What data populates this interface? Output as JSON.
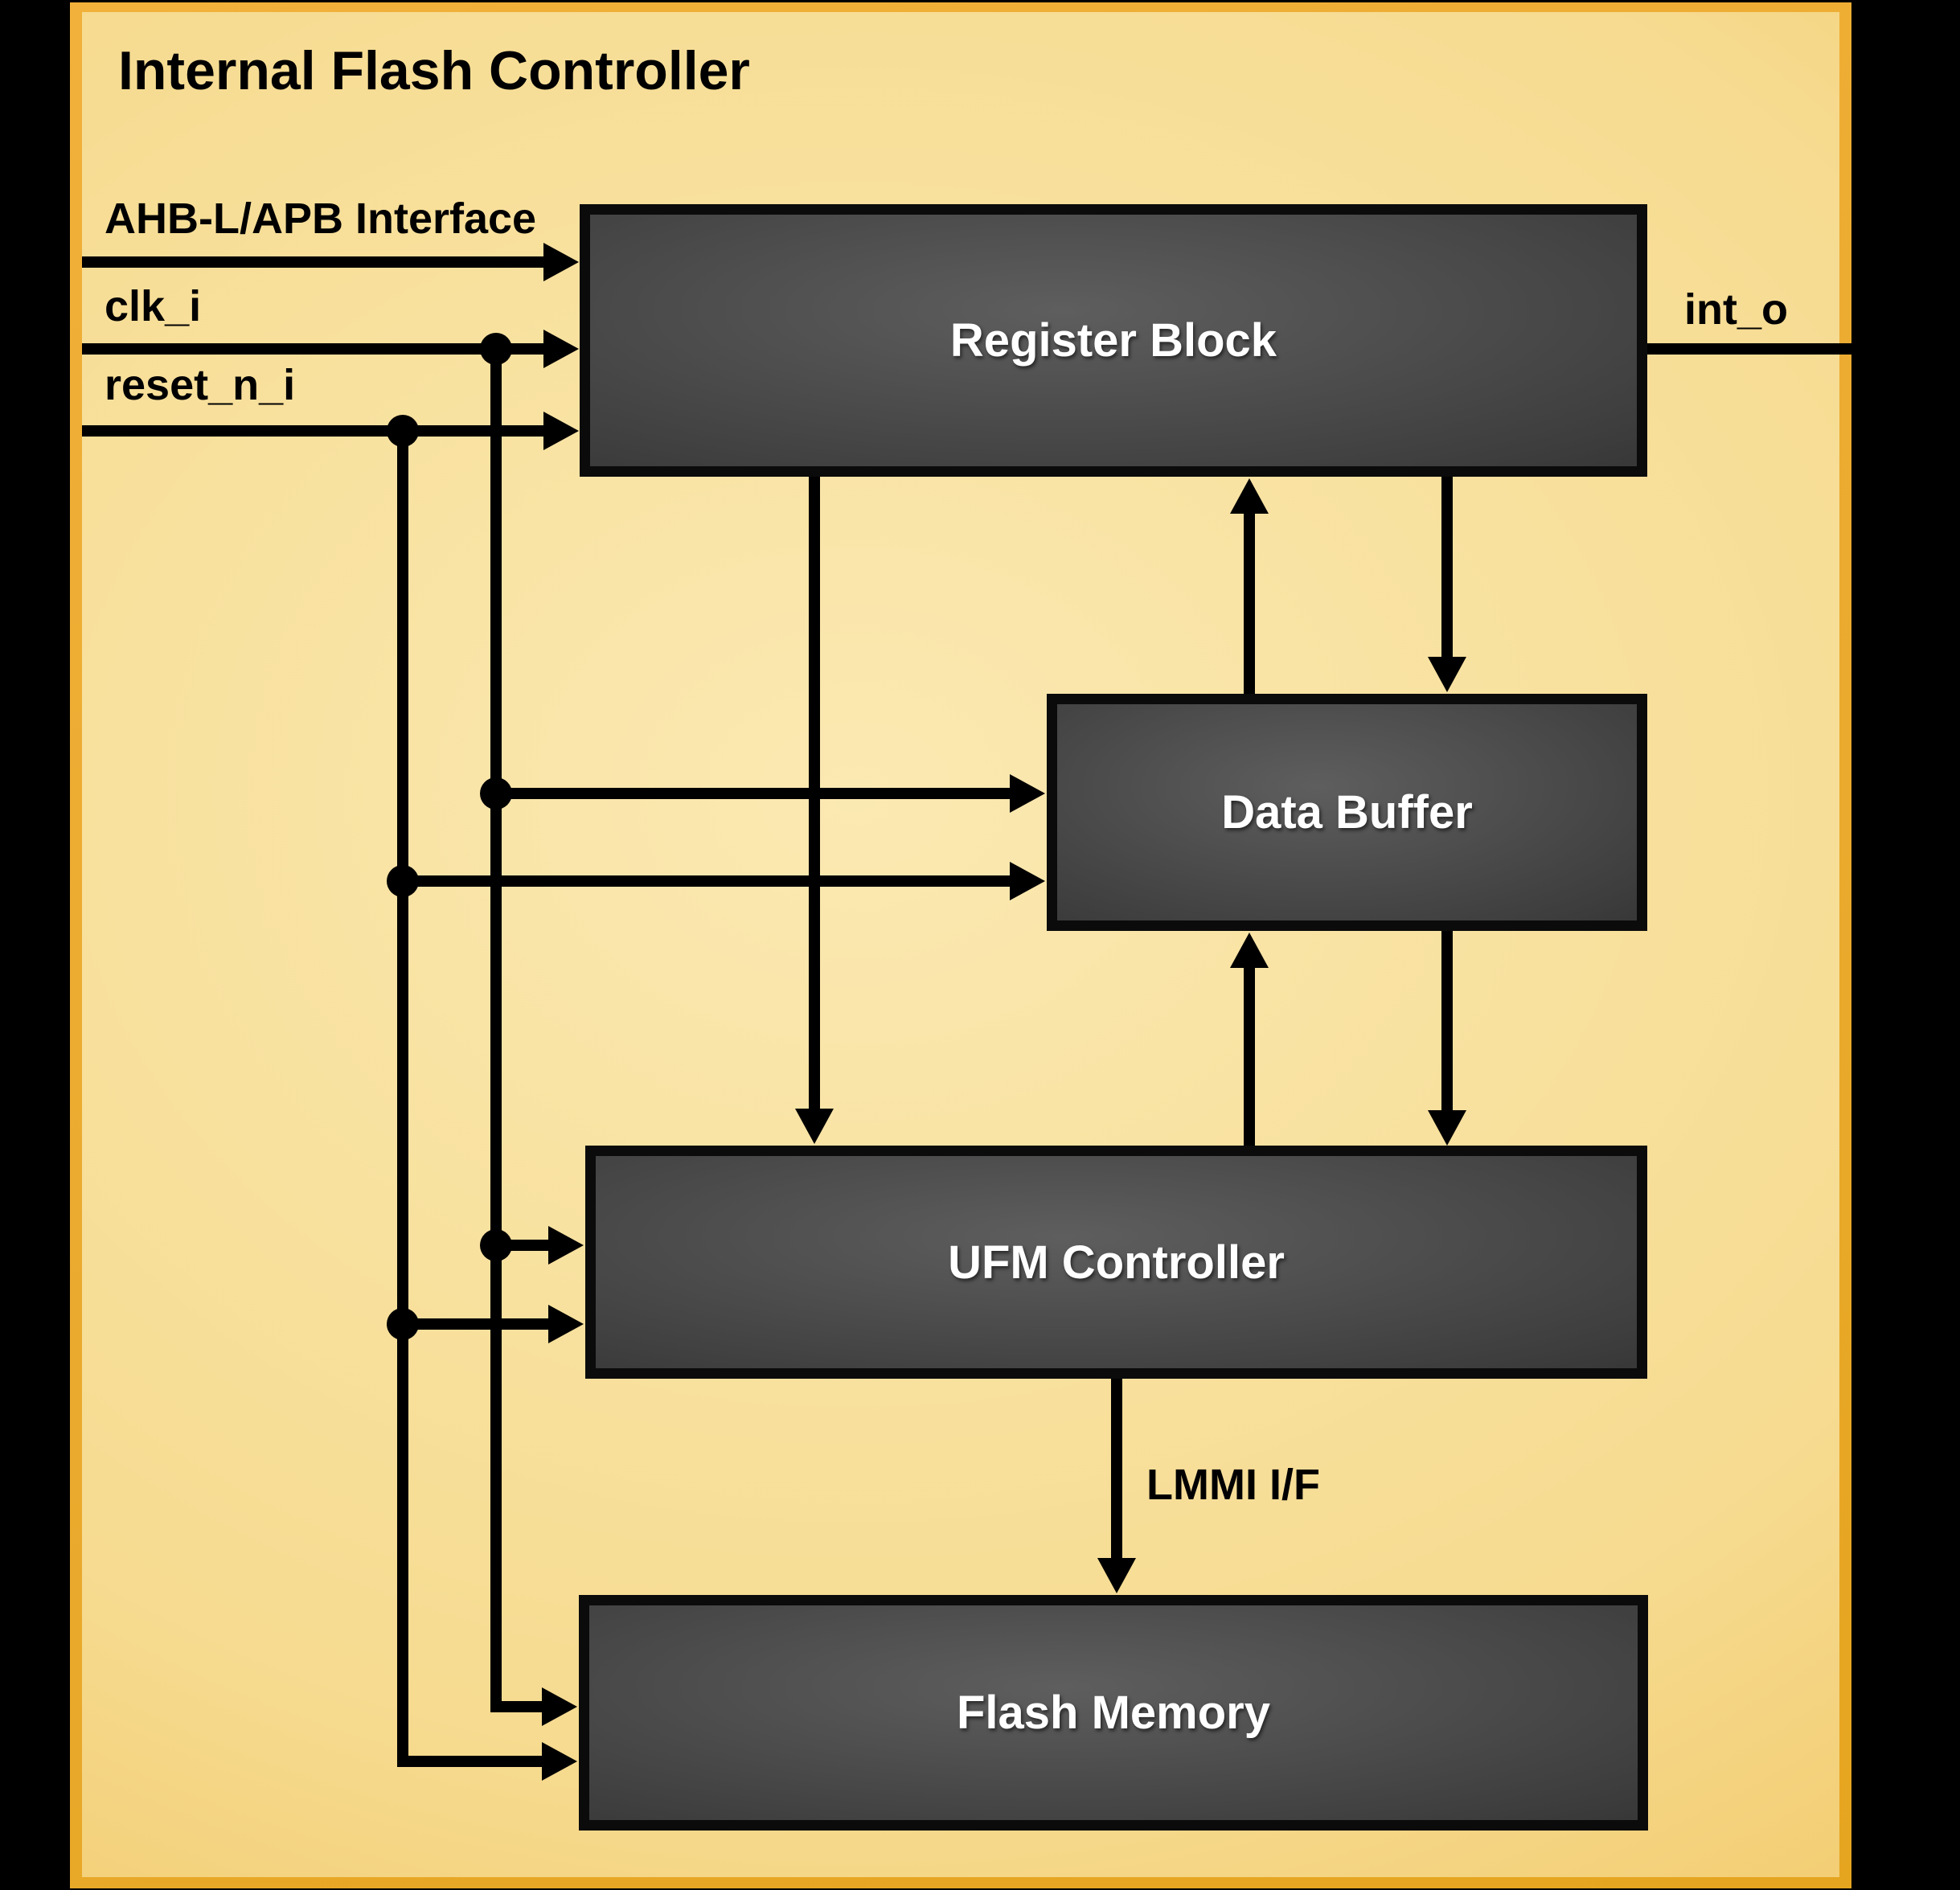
{
  "diagram": {
    "title": "Internal Flash Controller",
    "blocks": [
      {
        "id": "register",
        "label": "Register Block"
      },
      {
        "id": "data-buffer",
        "label": "Data Buffer"
      },
      {
        "id": "ufm",
        "label": "UFM Controller"
      },
      {
        "id": "flash",
        "label": "Flash Memory"
      }
    ],
    "signals": {
      "ahb": "AHB-L/APB Interface",
      "clk": "clk_i",
      "reset": "reset_n_i",
      "int_out": "int_o",
      "lmmi": "LMMI I/F"
    },
    "colors": {
      "outer_background": "#000000",
      "frame_border": "#EAAA2E",
      "panel_light": "#FBE9B2",
      "panel_mid": "#F6DB90",
      "panel_dark": "#EFBD51",
      "block_border": "#0B0B0B",
      "block_face_light": "#5E5E5E",
      "block_face_dark": "#242424",
      "line": "#000000",
      "block_text": "#FFFFFF",
      "label_text": "#000000"
    }
  }
}
